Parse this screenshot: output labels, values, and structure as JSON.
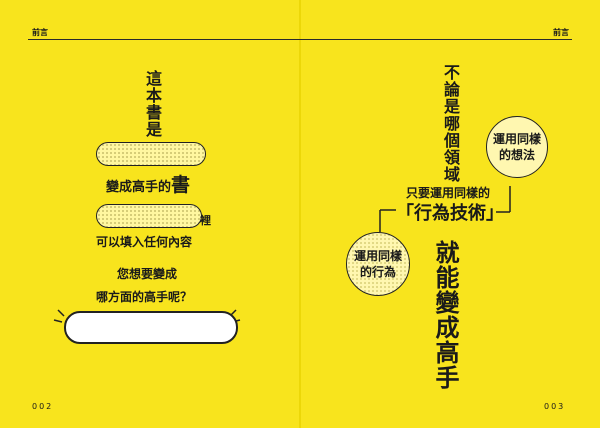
{
  "left_page": {
    "header": "前言",
    "page_number": "002",
    "vertical_title": "這本書是",
    "line_book": "變成高手的",
    "line_book_big": "書",
    "line_inside": "裡",
    "line_fill": "可以填入任何內容",
    "question_line1": "您想要變成",
    "question_line2": "哪方面的高手呢？"
  },
  "right_page": {
    "header": "前言",
    "page_number": "003",
    "vertical_domain": "不論是哪個領域",
    "circle_thinking": "運用同樣\n的想法",
    "center_line": "只要運用同樣的",
    "center_bracket": "「行為技術」",
    "circle_behavior": "運用同樣\n的行為",
    "vertical_result": "就能變成高手"
  },
  "colors": {
    "background": "#f8e41d",
    "ink": "#1a1a1a",
    "pill_fill": "#fff7a0",
    "answer_fill": "#ffffff"
  }
}
